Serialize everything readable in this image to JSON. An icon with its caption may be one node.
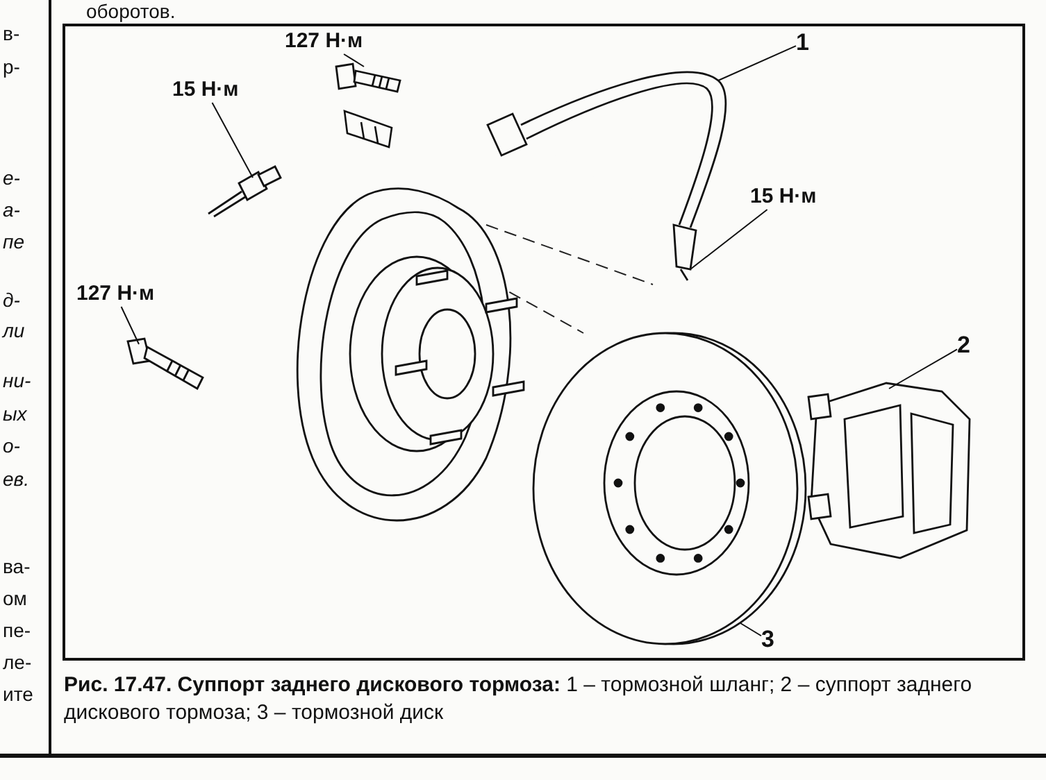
{
  "diagram": {
    "caption": "**Рис. 17.47. Суппорт заднего дискового тормоза:** 1 – тормозной шланг; 2 – суппорт заднего дискового тормоза; 3 – тормозной диск",
    "nodes": [
      {
        "text": [
          "127 Н·м"
        ]
      },
      {
        "text": [
          "15 Н·м"
        ]
      },
      {
        "text": [
          "127 Н·м"
        ]
      },
      {
        "text": [
          "1"
        ]
      },
      {
        "text": [
          "15 Н·м"
        ]
      },
      {
        "text": [
          "2"
        ]
      },
      {
        "text": [
          "3"
        ]
      },
      {
        "text": [],
        "shape": "picture"
      },
      {
        "text": [],
        "shape": "picture"
      },
      {
        "text": [],
        "shape": "picture"
      },
      {
        "text": [],
        "shape": "picture"
      },
      {
        "text": [],
        "shape": "picture"
      },
      {
        "text": [],
        "shape": "picture"
      }
    ],
    "edges": [
      {
        "from": 0,
        "to": 7,
        "arrow": "none"
      },
      {
        "from": 1,
        "to": 8,
        "arrow": "none"
      },
      {
        "from": 2,
        "to": 9,
        "arrow": "none"
      },
      {
        "from": 3,
        "to": 10,
        "arrow": "none"
      },
      {
        "from": 4,
        "to": 10,
        "arrow": "none"
      },
      {
        "from": 5,
        "to": 11,
        "arrow": "none"
      },
      {
        "from": 6,
        "to": 12,
        "arrow": "none"
      }
    ],
    "labels": [
      "оборотов.",
      "в-",
      "р-",
      "е-",
      "а-",
      "пе",
      "д-",
      "ли",
      "ни-",
      "ых",
      "о-",
      "ев.",
      "ва-",
      "ом",
      "пе-",
      "ле-",
      "ите"
    ]
  }
}
